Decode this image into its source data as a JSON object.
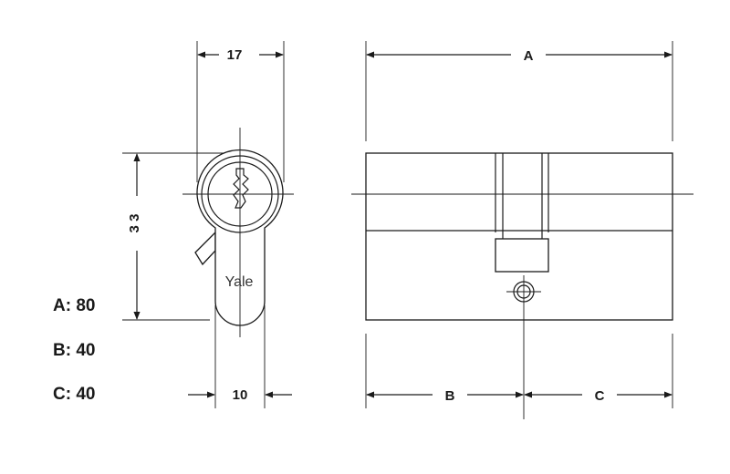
{
  "dimensions": {
    "width_top": "17",
    "height_side": "3 3",
    "width_bottom": "10",
    "total_length": "A",
    "left_segment": "B",
    "right_segment": "C"
  },
  "brand": "Yale",
  "legend": [
    {
      "label": "A: 80"
    },
    {
      "label": "B: 40"
    },
    {
      "label": "C: 40"
    }
  ]
}
